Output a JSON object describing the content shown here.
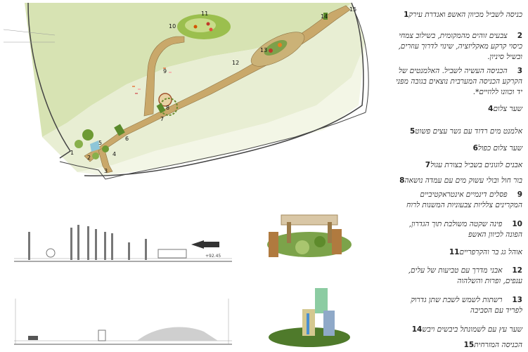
{
  "legend": [
    {
      "num": "1",
      "text": "כניסה לשביל מכיוון האשפ ואנדרת עירק"
    },
    {
      "num": "2",
      "text": "צבעים זוהים מהמקומית, בשילוב צמחי כיסוי קרקע מאקליזציה, שינוי לדרוך עוזרים, ובשיל סיניון."
    },
    {
      "num": "3",
      "text": "הכניסה העשיה לשביל. האלמנטים של הקרקע הכניסה המערבית נוצאים בגובה מפני יד וכוונו ללוזיים*."
    },
    {
      "num": "4",
      "text": "שער צלום"
    },
    {
      "num": "5",
      "text": "אלמנט מים רדוד עם גשר עצים פשוט"
    },
    {
      "num": "6",
      "text": "שער צלום כפול"
    },
    {
      "num": "7",
      "text": "אבנים לוגונים בשביל בצורת עגול"
    },
    {
      "num": "8",
      "text": "בור חול ובולי עשוק מים עם עמדה נושאה"
    },
    {
      "num": "9",
      "text": "פסלים דינמיים אינטראקטיביים המקרינים צלליות צבעוניות המשנות לרוח"
    },
    {
      "num": "10",
      "text": "פינה שקטה משולבת תוך הגדרון, הפונה לכיוון האשפ"
    },
    {
      "num": "11",
      "text": "אוהל גג בר והקרפריים"
    },
    {
      "num": "12",
      "text": "אבני מדרך עם טביעות של עלים, ענפים, ופרות והשלהוה"
    },
    {
      "num": "13",
      "text": "רשתות לשמש לשבת שתן גדרוק לפריד עם הסביבה"
    },
    {
      "num": "14",
      "text": "שער עץ עם לשמונתל ביבשים ויבש"
    },
    {
      "num": "15",
      "text": "הכניסה המזרחית"
    }
  ],
  "plan_labels": [
    "1",
    "2",
    "3",
    "4",
    "5",
    "6",
    "7",
    "8",
    "9",
    "10",
    "11",
    "12",
    "13",
    "14",
    "15"
  ],
  "section_label": "+92.45"
}
